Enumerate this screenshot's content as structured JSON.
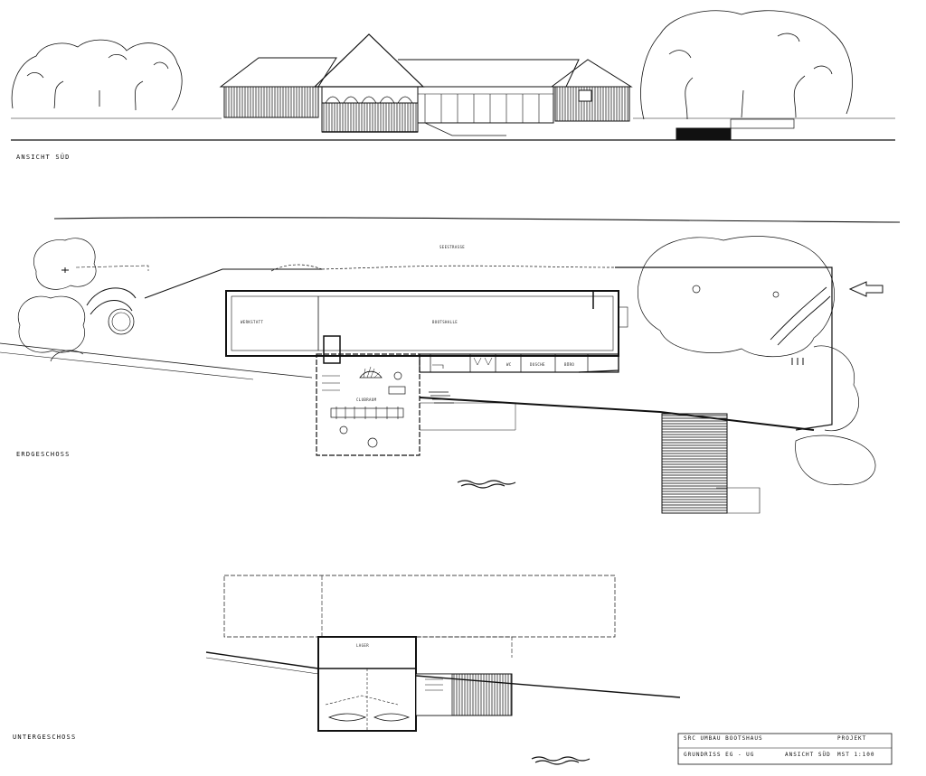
{
  "views": {
    "elevation_label": "ANSICHT SÜD",
    "ground_floor_label": "ERDGESCHOSS",
    "basement_label": "UNTERGESCHOSS"
  },
  "rooms": {
    "street": "SEESTRASSE",
    "boat_hall": "BOOTSHALLE",
    "workshop": "WERKSTATT",
    "club_room": "CLUBRAUM",
    "storage": "LAGER",
    "showers": "DUSCHE",
    "toilet": "WC",
    "office": "BÜRO"
  },
  "title_block": {
    "project": "SRC UMBAU BOOTSHAUS",
    "project_tag": "PROJEKT",
    "sheet": "GRUNDRISS EG - UG",
    "view": "ANSICHT SÜD",
    "scale": "MST 1:100"
  },
  "icons": [
    "tree-canopy-icon",
    "north-arrow-icon",
    "water-wave-icon",
    "boat-icon"
  ],
  "colors": {
    "ink": "#111111",
    "paper": "#ffffff",
    "hatch": "#222222"
  }
}
